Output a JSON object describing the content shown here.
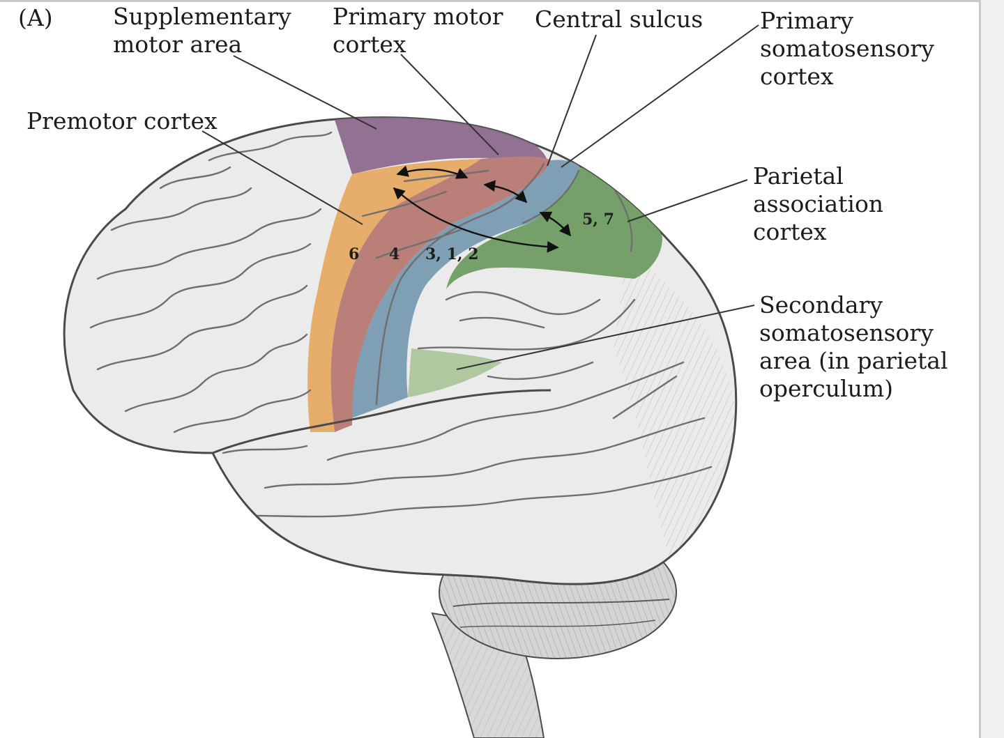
{
  "panel_label": "(A)",
  "labels": {
    "supplementary_motor_area": "Supplementary\nmotor area",
    "primary_motor_cortex": "Primary motor\ncortex",
    "central_sulcus": "Central sulcus",
    "primary_somatosensory_cortex": "Primary\nsomatosensory\ncortex",
    "premotor_cortex": "Premotor cortex",
    "parietal_association_cortex": "Parietal\nassociation\ncortex",
    "secondary_somatosensory_area": "Secondary\nsomatosensory\narea (in parietal\noperculum)"
  },
  "area_numbers": {
    "premotor": "6",
    "primary_motor": "4",
    "somatosensory": "3, 1, 2",
    "parietal": "5, 7"
  },
  "colors": {
    "supplementary_motor_area": "#8d6a8e",
    "premotor_cortex": "#e7ad6b",
    "primary_motor_cortex": "#b97f78",
    "primary_somatosensory_cortex": "#7f9fb5",
    "parietal_association_cortex": "#76a069",
    "secondary_somatosensory_area": "#a8c497",
    "brain_surface": "#ecebeb",
    "sulci": "#6f6f6f",
    "outline": "#4a4a4a"
  }
}
